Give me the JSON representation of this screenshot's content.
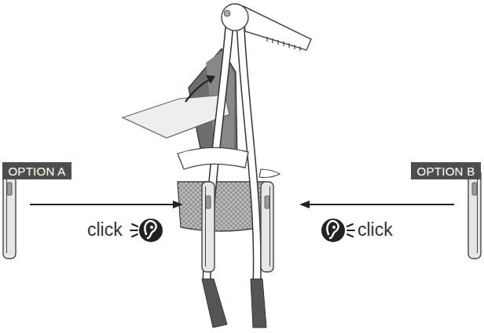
{
  "diagram": {
    "nodes": [
      {
        "text": [
          "OPTION A"
        ]
      },
      {
        "text": [
          "OPTION B"
        ]
      }
    ],
    "labels": [
      "click",
      "click"
    ]
  }
}
